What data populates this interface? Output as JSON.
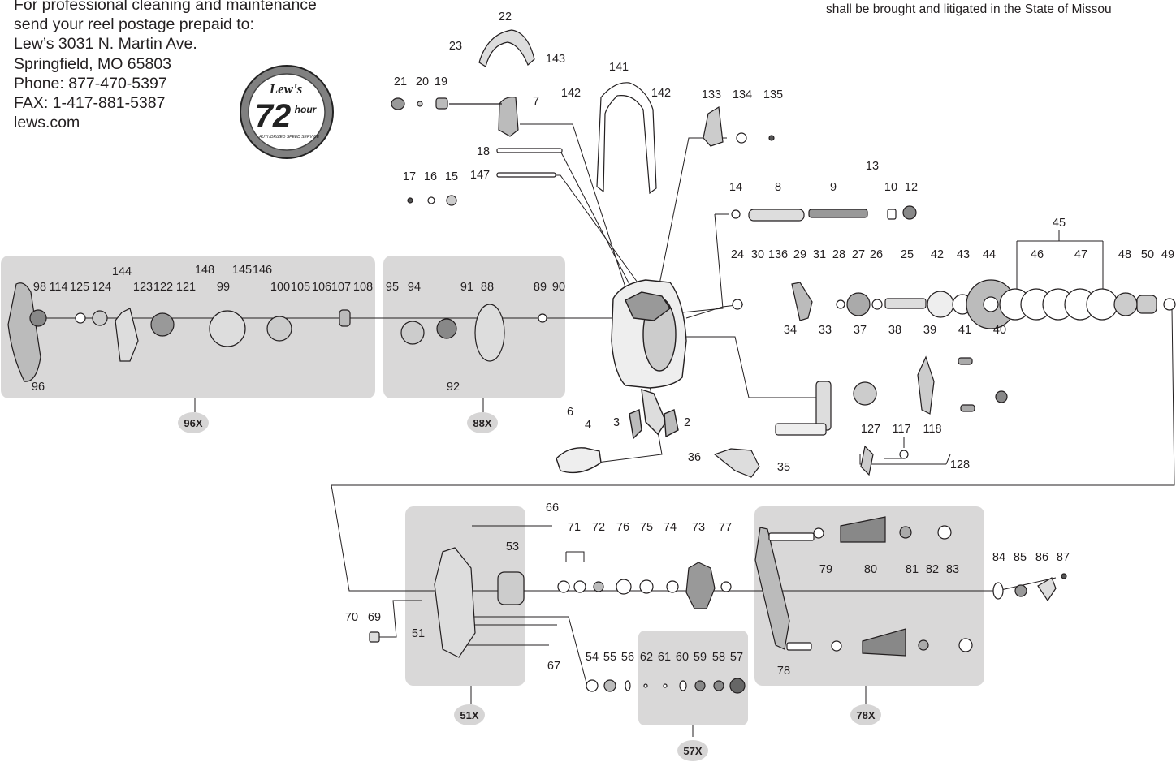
{
  "contact": {
    "lines": [
      "For professional cleaning and maintenance",
      "send your reel postage prepaid to:",
      "Lew’s 3031 N. Martin Ave.",
      "Springfield, MO 65803",
      "Phone: 877-470-5397",
      "FAX: 1-417-881-5387",
      "lews.com"
    ]
  },
  "legal_text": "shall be brought and litigated in the State of Missou",
  "logo": {
    "brand": "Lew's",
    "number": "72",
    "word": "hour",
    "tagline": "AUTHORIZED SPEED SERVICE"
  },
  "colors": {
    "shade": "#d9d8d8",
    "ink": "#231f20",
    "badge": "#d6d5d5"
  },
  "group_badges": [
    "96X",
    "88X",
    "51X",
    "57X",
    "78X"
  ],
  "part_numbers": [
    "22",
    "23",
    "143",
    "21",
    "20",
    "19",
    "7",
    "141",
    "142",
    "142",
    "133",
    "134",
    "135",
    "18",
    "147",
    "17",
    "16",
    "15",
    "13",
    "14",
    "8",
    "9",
    "10",
    "12",
    "45",
    "24",
    "30",
    "136",
    "29",
    "31",
    "28",
    "27",
    "26",
    "25",
    "42",
    "43",
    "44",
    "46",
    "47",
    "48",
    "50",
    "49",
    "98",
    "114",
    "125",
    "124",
    "144",
    "123",
    "122",
    "121",
    "148",
    "99",
    "145",
    "146",
    "100",
    "105",
    "106",
    "107",
    "108",
    "96",
    "95",
    "94",
    "91",
    "88",
    "89",
    "90",
    "92",
    "34",
    "33",
    "37",
    "38",
    "39",
    "41",
    "40",
    "6",
    "4",
    "3",
    "2",
    "127",
    "117",
    "118",
    "128",
    "36",
    "35",
    "66",
    "71",
    "72",
    "76",
    "75",
    "74",
    "73",
    "77",
    "53",
    "51",
    "70",
    "69",
    "67",
    "54",
    "55",
    "56",
    "62",
    "61",
    "60",
    "59",
    "58",
    "57",
    "79",
    "80",
    "81",
    "82",
    "83",
    "78",
    "84",
    "85",
    "86",
    "87"
  ]
}
